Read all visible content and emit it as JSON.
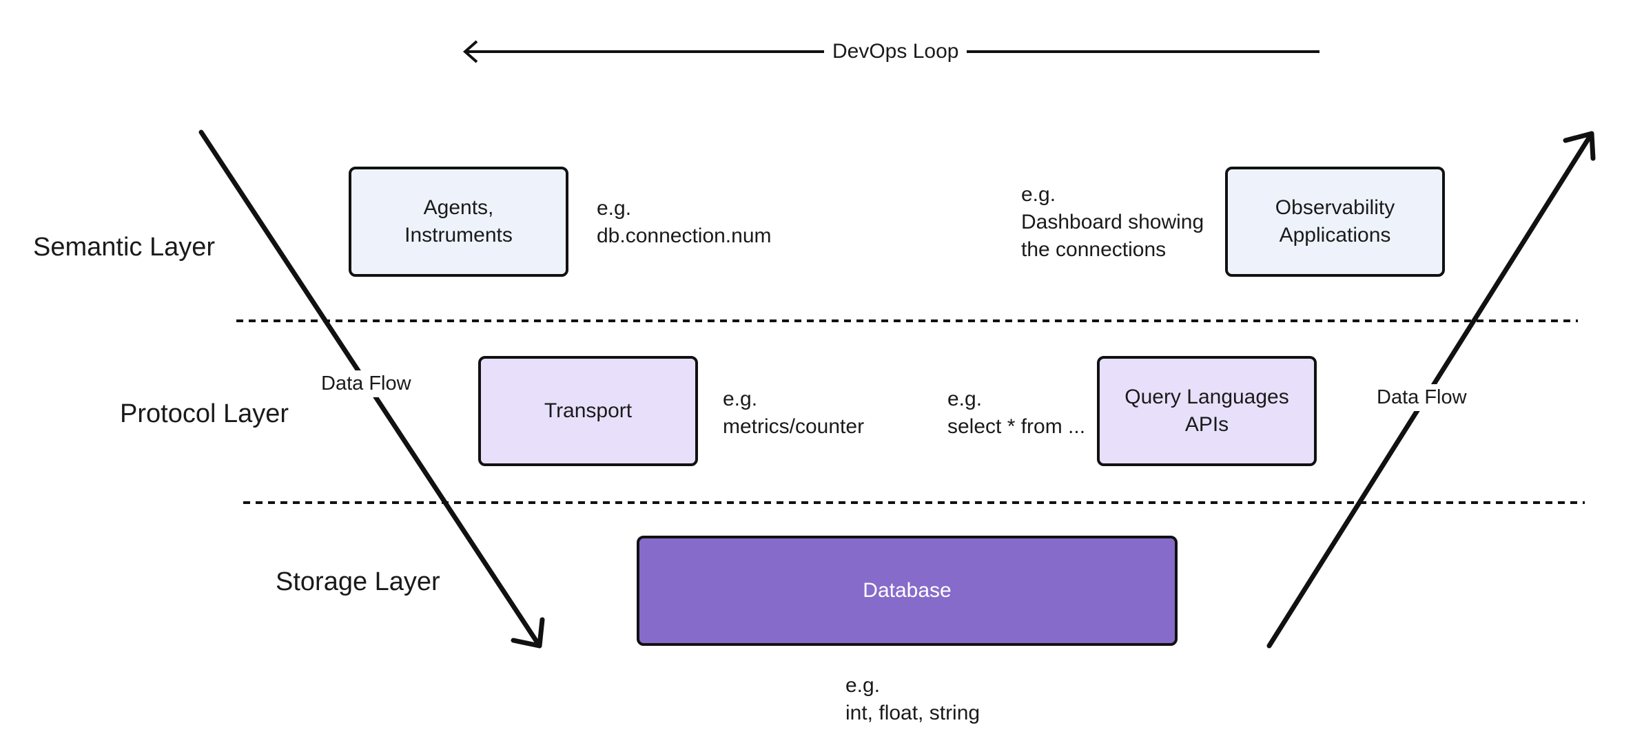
{
  "colors": {
    "semantic_box_fill": "#eef3fb",
    "protocol_box_fill": "#e8e0fb",
    "database_fill": "#866bca",
    "database_text": "#ffffff",
    "line": "#111111"
  },
  "devops_loop": {
    "label": "DevOps Loop"
  },
  "layers": {
    "semantic": "Semantic Layer",
    "protocol": "Protocol Layer",
    "storage": "Storage Layer"
  },
  "boxes": {
    "agents": "Agents,\nInstruments",
    "observability": "Observability\nApplications",
    "transport": "Transport",
    "query": "Query Languages\nAPIs",
    "database": "Database"
  },
  "notes": {
    "agents_example": "e.g.\ndb.connection.num",
    "observability_example": "e.g.\nDashboard showing\nthe connections",
    "transport_example": "e.g.\nmetrics/counter",
    "query_example": "e.g.\nselect * from ...",
    "database_example": "e.g.\nint, float, string"
  },
  "flows": {
    "left": "Data Flow",
    "right": "Data Flow"
  }
}
